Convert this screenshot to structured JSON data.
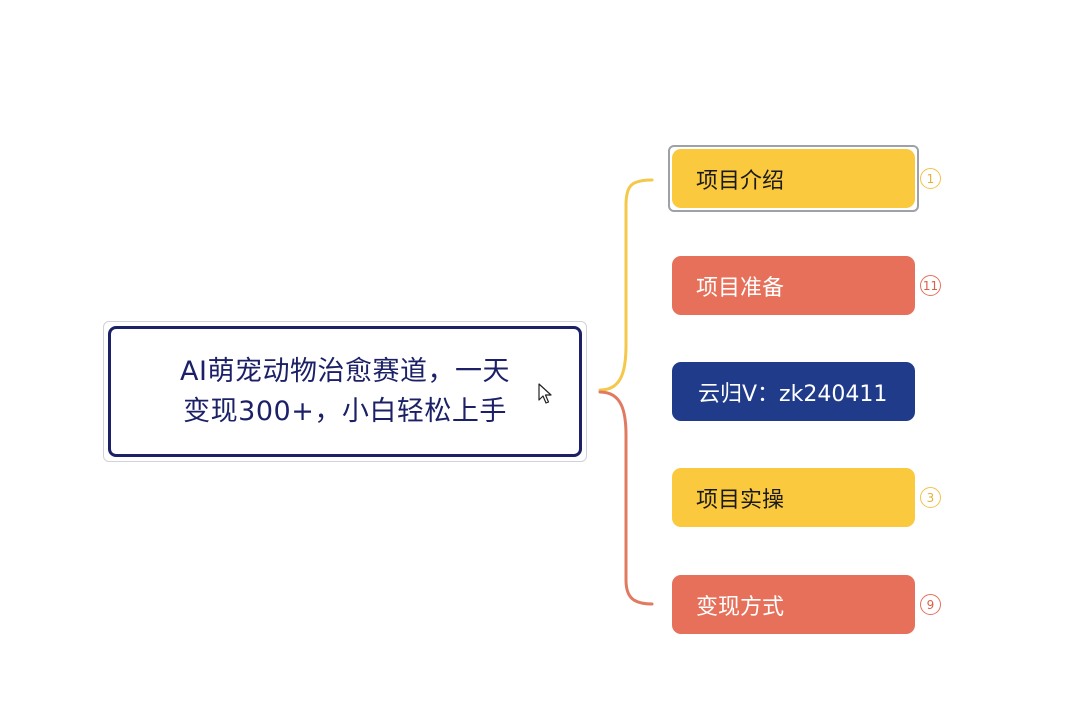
{
  "root": {
    "line1": "AI萌宠动物治愈赛道，一天",
    "line2": "变现300+，小白轻松上手"
  },
  "children": [
    {
      "label": "项目介绍",
      "badge": "1",
      "color": "yellow",
      "selected": true
    },
    {
      "label": "项目准备",
      "badge": "11",
      "color": "red",
      "selected": false
    },
    {
      "label": "云归V：zk240411",
      "badge": "",
      "color": "navy",
      "selected": false
    },
    {
      "label": "项目实操",
      "badge": "3",
      "color": "yellow",
      "selected": false
    },
    {
      "label": "变现方式",
      "badge": "9",
      "color": "red",
      "selected": false
    }
  ],
  "colors": {
    "yellow": "#fbc93d",
    "red": "#e6705a",
    "navy": "#1f3b8a",
    "root_border": "#1c2167",
    "connector_yellow": "#f4c84a",
    "connector_red": "#e07b62"
  },
  "icons": {
    "cursor": "mouse-pointer-icon"
  }
}
